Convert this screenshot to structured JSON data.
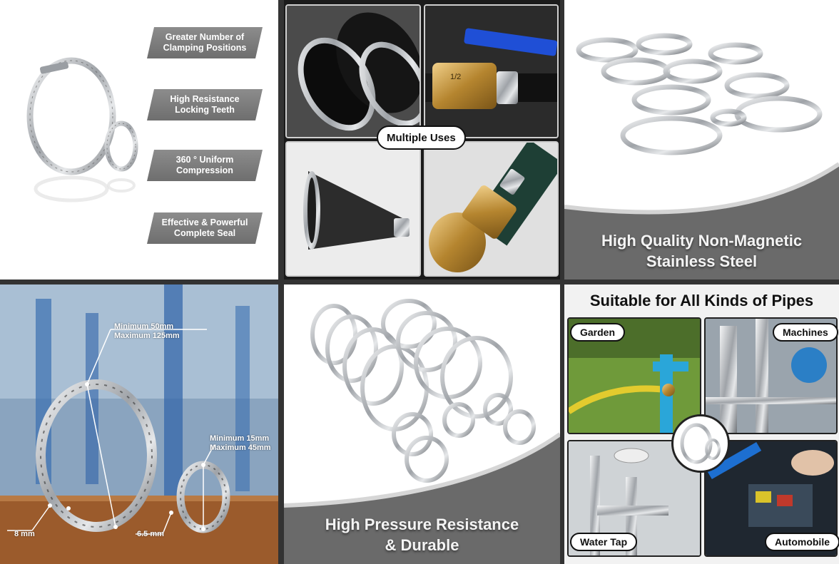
{
  "features": {
    "items": [
      "Greater Number of Clamping Positions",
      "High Resistance Locking Teeth",
      "360 ° Uniform Compression",
      "Effective & Powerful Complete Seal"
    ]
  },
  "uses": {
    "label": "Multiple Uses",
    "valve_marking": "1/2"
  },
  "material": {
    "caption_line1": "High Quality Non-Magnetic",
    "caption_line2": "Stainless Steel"
  },
  "sizes": {
    "large_min": "Minimum 50mm",
    "large_max": "Maximum 125mm",
    "small_min": "Minimum 15mm",
    "small_max": "Maximum 45mm",
    "large_width": "8 mm",
    "small_width": "6.5 mm"
  },
  "pressure": {
    "caption_line1": "High Pressure Resistance",
    "caption_line2": "& Durable"
  },
  "pipes": {
    "title": "Suitable for All Kinds of Pipes",
    "labels": [
      "Garden",
      "Machines",
      "Water Tap",
      "Automobile"
    ]
  },
  "colors": {
    "banner_gray": "#7a7a7a",
    "valve_handle_blue": "#1f4fd6",
    "steel": "#c9ccd0",
    "pill_border": "#111111"
  }
}
